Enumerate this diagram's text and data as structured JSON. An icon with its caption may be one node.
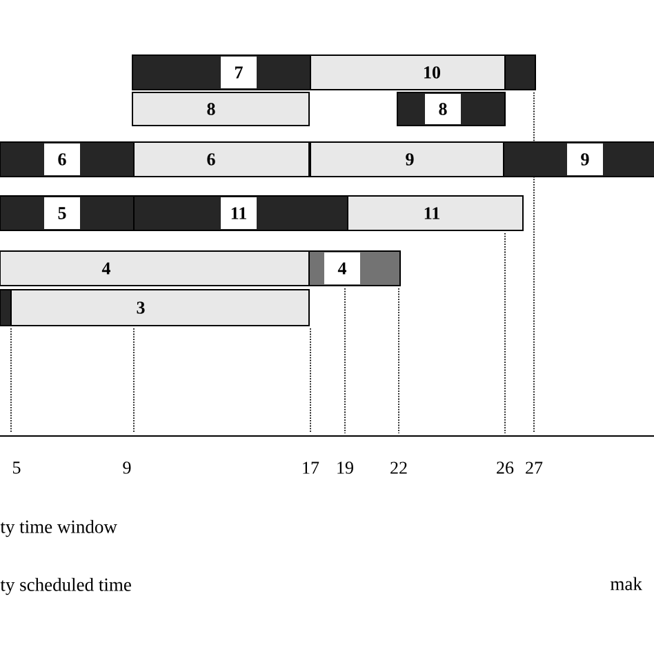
{
  "diagram": {
    "nodes": [
      {
        "text": [
          "7"
        ]
      },
      {
        "text": [
          "10"
        ]
      },
      {
        "text": [],
        "shape": "bar"
      },
      {
        "text": [
          "8"
        ]
      },
      {
        "text": [
          "8"
        ]
      },
      {
        "text": [
          "6"
        ]
      },
      {
        "text": [
          "6"
        ]
      },
      {
        "text": [
          "9"
        ]
      },
      {
        "text": [
          "9"
        ]
      },
      {
        "text": [
          "5"
        ]
      },
      {
        "text": [
          "11"
        ]
      },
      {
        "text": [
          "11"
        ]
      },
      {
        "text": [
          "4"
        ]
      },
      {
        "text": [
          "4"
        ]
      },
      {
        "text": [],
        "shape": "bar"
      },
      {
        "text": [
          "3"
        ]
      }
    ],
    "labels": [
      "5",
      "9",
      "17",
      "19",
      "22",
      "26",
      "27",
      "ty time window",
      "ty scheduled time",
      "mak"
    ]
  }
}
